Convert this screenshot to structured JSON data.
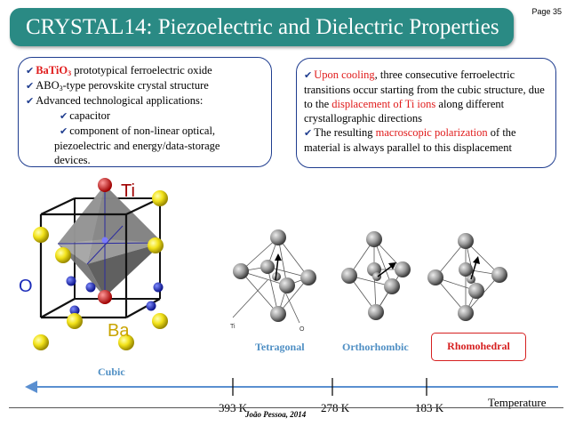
{
  "slide": {
    "title": "CRYSTAL14: Piezoelectric and Dielectric Properties",
    "page_number": "Page 35",
    "footer": "João Pessoa, 2014"
  },
  "left_box": {
    "check": "✔",
    "line1_formula": "BaTiO",
    "line1_sub": "3",
    "line1_rest": " prototypical ferroelectric oxide",
    "line2_formula": "ABO",
    "line2_sub": "3",
    "line2_rest": "-type perovskite crystal structure",
    "line3": "Advanced technological applications:",
    "line4": "capacitor",
    "line5": "component of non-linear optical,",
    "line6": "piezoelectric and energy/data-storage",
    "line7": "devices."
  },
  "right_box": {
    "check": "✔",
    "p1_red": "Upon cooling",
    "p1_a": ", three consecutive ferroelectric transitions occur starting from the cubic structure, due to the ",
    "p1_red2": "displacement of Ti ions",
    "p1_b": " along different crystallographic directions",
    "p2_a": "The resulting ",
    "p2_red": "macroscopic polarization",
    "p2_b": " of the material is always parallel to this displacement"
  },
  "crystal": {
    "ti_label": "Ti",
    "o_label": "O",
    "ba_label": "Ba",
    "cubic_label": "Cubic"
  },
  "phases": {
    "tetragonal": "Tetragonal",
    "orthorhombic": "Orthorhombic",
    "rhombohedral": "Rhomohedral",
    "small_ti": "Ti",
    "small_o": "O"
  },
  "axis": {
    "t1": "393 K",
    "t2": "278 K",
    "t3": "183 K",
    "label": "Temperature"
  },
  "colors": {
    "title_bg": "#2a8a84",
    "box_border": "#1f3d8f",
    "highlight": "#e01b1b",
    "phase_text": "#4f8fc4",
    "ba_atom": "#f2e21a",
    "o_atom": "#1a2ab8",
    "ti_atom": "#d81818",
    "axis_arrow": "#5a8fd0"
  }
}
